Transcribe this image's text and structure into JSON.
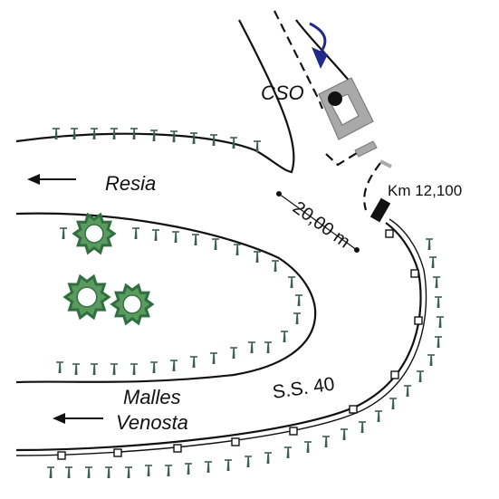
{
  "labels": {
    "cso": "CSO",
    "resia": "Resia",
    "distance": "20,00 m",
    "km": "Km 12,100",
    "road": "S.S. 40",
    "malles": "Malles",
    "venosta": "Venosta"
  },
  "colors": {
    "line": "#111111",
    "tree": "#3a5f50",
    "bush": "#2f6e3e",
    "bush_fill": "#5a9a5e",
    "structure": "#a9a9a9",
    "structure_edge": "#7a7a7a",
    "flow_arrow": "#1f2a8a",
    "post": "#111111"
  },
  "icons": {
    "flow": "curved-flow-arrow-icon",
    "direction": "left-arrow-icon",
    "vegetation": "tree-symbol-icon",
    "bush": "bush-icon",
    "barrier": "guardrail-post-icon",
    "marker": "kilometer-marker-icon"
  }
}
